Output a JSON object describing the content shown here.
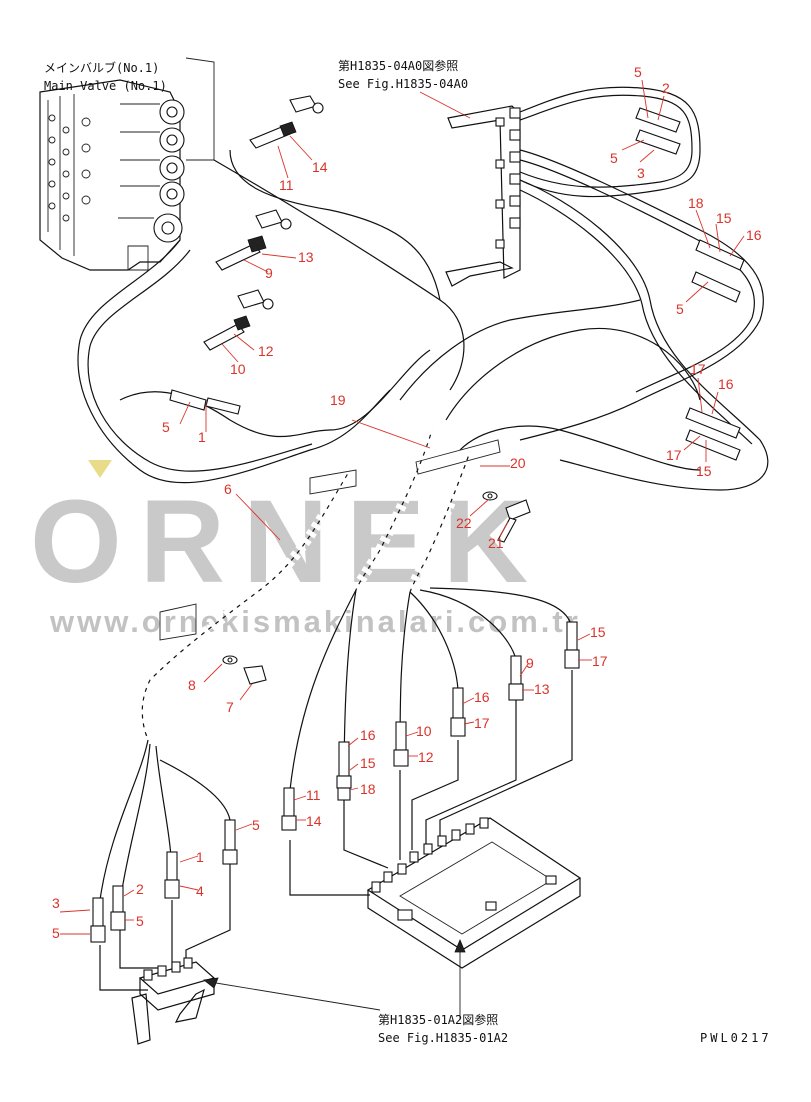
{
  "watermark": {
    "brand": "ORNEK",
    "url": "www.ornekismakinalari.com.tr",
    "color": "#c9c9c9"
  },
  "references": {
    "main_valve_jp": "メインバルブ(No.1)",
    "main_valve_en": "Main Valve (No.1)",
    "fig_top_jp": "第H1835-04A0図参照",
    "fig_top_en": "See Fig.H1835-04A0",
    "fig_bottom_jp": "第H1835-01A2図参照",
    "fig_bottom_en": "See Fig.H1835-01A2",
    "drawing_code": "PWL0217"
  },
  "callout_color": "#d9342b",
  "callouts": [
    "5",
    "2",
    "5",
    "3",
    "14",
    "11",
    "13",
    "9",
    "12",
    "10",
    "18",
    "15",
    "16",
    "5",
    "19",
    "17",
    "16",
    "17",
    "15",
    "5",
    "1",
    "20",
    "6",
    "22",
    "21",
    "15",
    "9",
    "17",
    "13",
    "16",
    "17",
    "8",
    "7",
    "10",
    "12",
    "16",
    "15",
    "18",
    "11",
    "14",
    "5",
    "1",
    "4",
    "3",
    "2",
    "5",
    "5"
  ]
}
